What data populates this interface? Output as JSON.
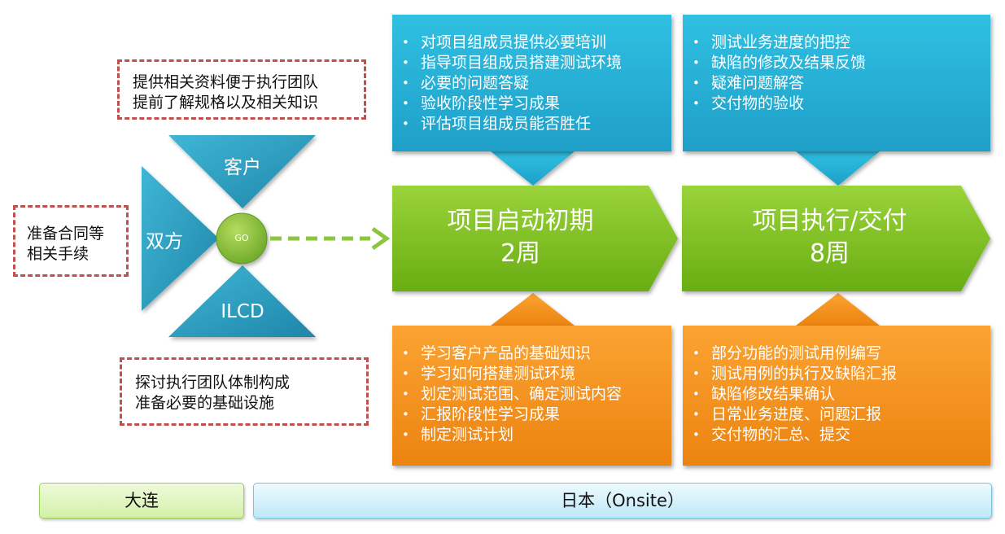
{
  "colors": {
    "note_border": "#c0504d",
    "blue_top": "#2fc0e2",
    "blue_bottom": "#1f9fc8",
    "green": "#7dc21f",
    "orange": "#f39216",
    "teal_triangle": "#2a9fc0"
  },
  "notes": {
    "top": [
      "提供相关资料便于执行团队",
      "提前了解规格以及相关知识"
    ],
    "left": [
      "准备合同等",
      "相关手续"
    ],
    "bottom": [
      "探讨执行团队体制构成",
      "准备必要的基础设施"
    ]
  },
  "triangles": {
    "customer": "客户",
    "both": "双方",
    "ilcd": "ILCD",
    "go": "GO"
  },
  "phases": [
    {
      "title": "项目启动初期",
      "duration": "2周",
      "customer_tasks": [
        "对项目组成员提供必要培训",
        "指导项目组成员搭建测试环境",
        "必要的问题答疑",
        "验收阶段性学习成果",
        "评估项目组成员能否胜任"
      ],
      "team_tasks": [
        "学习客户产品的基础知识",
        "学习如何搭建测试环境",
        "划定测试范围、确定测试内容",
        "汇报阶段性学习成果",
        "制定测试计划"
      ]
    },
    {
      "title": "项目执行/交付",
      "duration": "8周",
      "customer_tasks": [
        "测试业务进度的把控",
        "缺陷的修改及结果反馈",
        "疑难问题解答",
        "交付物的验收"
      ],
      "team_tasks": [
        "部分功能的测试用例编写",
        "测试用例的执行及缺陷汇报",
        "缺陷修改结果确认",
        "日常业务进度、问题汇报",
        "交付物的汇总、提交"
      ]
    }
  ],
  "locations": {
    "dalian": "大连",
    "japan": "日本（Onsite）"
  }
}
